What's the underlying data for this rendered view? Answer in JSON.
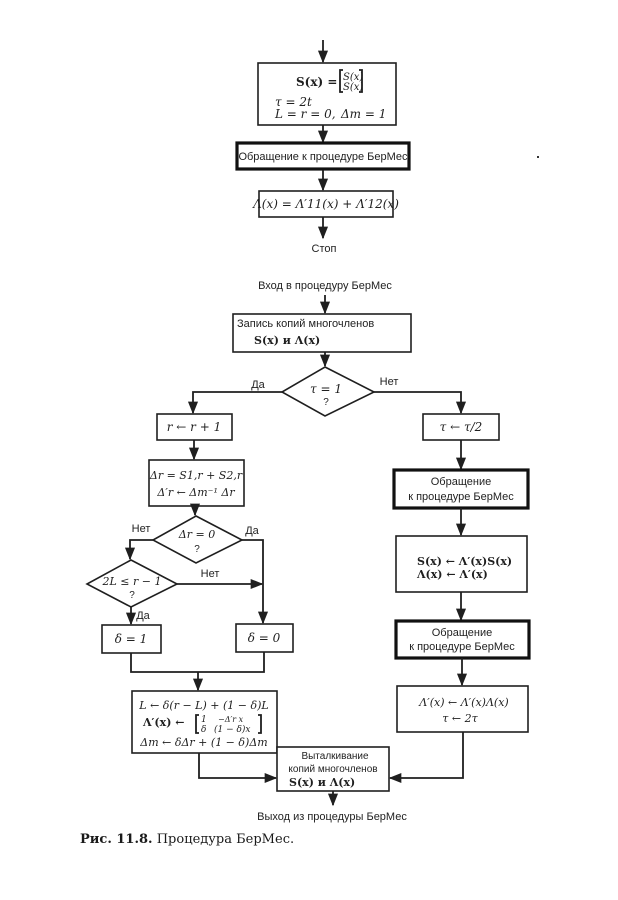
{
  "top_flow": {
    "init_box": {
      "line1": "S(x) = [S(x); S(x)]",
      "line1_lhs": "S(x) =",
      "matrix_row1": "S(x)",
      "matrix_row2": "S(x)",
      "line2": "τ = 2t",
      "line3": "L = r = 0,",
      "line3_delta": "Δm = 1"
    },
    "call_box": "Обращение к процедуре БерМес",
    "lambda_box": "Λ(x) = Λ′11(x) + Λ′12(x)",
    "stop_label": "Стоп"
  },
  "procedure": {
    "entry_label": "Вход в процедуру БерМес",
    "push_box": {
      "line1": "Запись копий многочленов",
      "line2": "S(x) и Λ(x)"
    },
    "decision_tau": {
      "line1": "τ = 1",
      "line2": "?",
      "yes": "Да",
      "no": "Нет"
    },
    "left_branch": {
      "increment_box": "r ← r + 1",
      "delta_box": {
        "line1": "Δr = S1,r + S2,r",
        "line2": "Δ′r ← Δm⁻¹ Δr"
      },
      "decision_delta": {
        "line1": "Δr = 0",
        "line2": "?",
        "yes": "Да",
        "no": "Нет"
      },
      "decision_2L": {
        "line1": "2L ≤ r − 1",
        "line2": "?",
        "yes": "Да",
        "no": "Нет"
      },
      "delta1_box": "δ = 1",
      "delta0_box": "δ = 0",
      "update_box": {
        "line1": "L ← δ(r − L) + (1 − δ)L",
        "line2_lhs": "Λ′(x) ←",
        "matrix_r1c1": "1",
        "matrix_r1c2": "−Δ′r x",
        "matrix_r2c1": "δ",
        "matrix_r2c2": "(1 − δ)x",
        "line3": "Δm ← δΔr + (1 − δ)Δm"
      }
    },
    "right_branch": {
      "halve_box": "τ ← τ/2",
      "call_box_1": {
        "line1": "Обращение",
        "line2": "к процедуре БерМес"
      },
      "update_box": {
        "line1": "S(x) ← Λ′(x)S(x)",
        "line2": "Λ(x) ← Λ′(x)"
      },
      "call_box_2": {
        "line1": "Обращение",
        "line2": "к процедуре БерМес"
      },
      "product_box": {
        "line1": "Λ′(x) ← Λ′(x)Λ(x)",
        "line2": "τ ← 2τ"
      }
    },
    "pop_box": {
      "line1": "Выталкивание",
      "line2": "копий многочленов",
      "line3": "S(x) и  Λ(x)"
    },
    "exit_label": "Выход из процедуры БерМес"
  },
  "caption": {
    "prefix": "Рис. 11.8.",
    "text": "Процедура БерМес."
  }
}
